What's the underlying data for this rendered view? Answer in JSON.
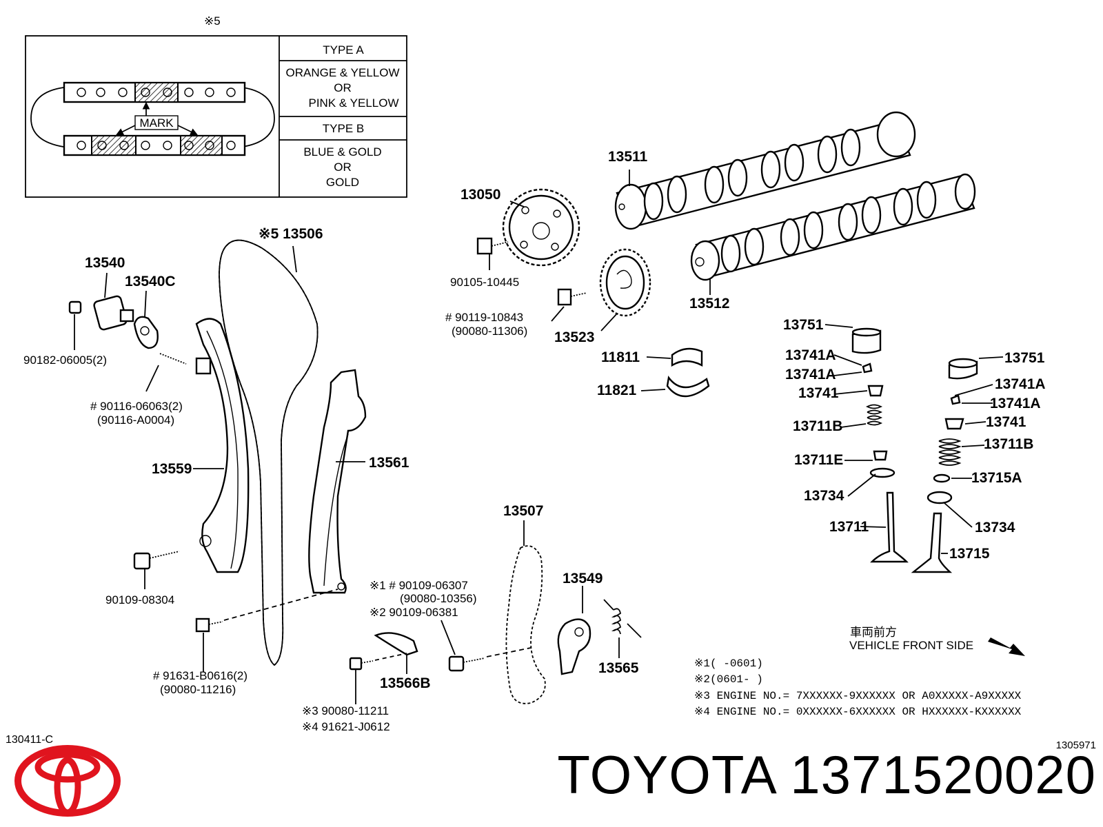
{
  "inset": {
    "ref_mark": "※5",
    "type_a": "TYPE A",
    "type_a_colors": [
      "ORANGE & YELLOW",
      "OR",
      "PINK & YELLOW"
    ],
    "type_b": "TYPE B",
    "type_b_colors": [
      "BLUE & GOLD",
      "OR",
      "GOLD"
    ],
    "mark_label": "MARK"
  },
  "parts": {
    "p13511": "13511",
    "p13050": "13050",
    "p90105": "90105-10445",
    "p90119": "# 90119-10843",
    "p90119b": "(90080-11306)",
    "p13523": "13523",
    "p13512": "13512",
    "p13506": "※5 13506",
    "p13540": "13540",
    "p13540c": "13540C",
    "p90182": "90182-06005(2)",
    "p90116": "# 90116-06063(2)",
    "p90116b": "(90116-A0004)",
    "p13559": "13559",
    "p13561": "13561",
    "p90109_08304": "90109-08304",
    "p91631": "# 91631-B0616(2)",
    "p91631b": "(90080-11216)",
    "p13507": "13507",
    "p90109_06307": "※1 # 90109-06307",
    "p90080_10356": "(90080-10356)",
    "p90109_06381": "※2     90109-06381",
    "p13549": "13549",
    "p13565": "13565",
    "p13566b": "13566B",
    "p90080_11211": "※3 90080-11211",
    "p91621": "※4 91621-J0612",
    "p11811": "11811",
    "p11821": "11821",
    "p13751a": "13751",
    "p13741a1": "13741A",
    "p13741a2": "13741A",
    "p13741": "13741",
    "p13711b": "13711B",
    "p13711e": "13711E",
    "p13734": "13734",
    "p13711": "13711",
    "p13751b": "13751",
    "p13741a3": "13741A",
    "p13741a4": "13741A",
    "p13741b": "13741",
    "p13711b2": "13711B",
    "p13715a": "13715A",
    "p13734b": "13734",
    "p13715": "13715"
  },
  "legend": {
    "front_jp": "車両前方",
    "front_en": "VEHICLE FRONT SIDE",
    "note1": "※1(      -0601)",
    "note2": "※2(0601-      )",
    "note3": "※3 ENGINE NO.= 7XXXXXX-9XXXXXX OR A0XXXXX-A9XXXXX",
    "note4": "※4 ENGINE NO.= 0XXXXXX-6XXXXXX OR HXXXXXX-KXXXXXX"
  },
  "codes": {
    "left": "130411-C",
    "right": "1305971"
  },
  "footer": {
    "brand": "TOYOTA",
    "part_number": "1371520020",
    "logo_color": "#e0141e"
  }
}
